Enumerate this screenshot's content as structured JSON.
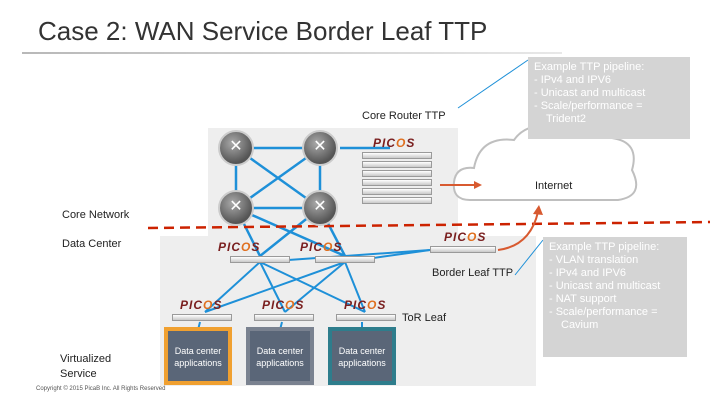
{
  "title": "Case 2: WAN Service Border Leaf TTP",
  "labels": {
    "core_router_ttp": "Core Router TTP",
    "internet": "Internet",
    "core_network": "Core Network",
    "data_center": "Data Center",
    "border_leaf_ttp": "Border Leaf TTP",
    "tor_leaf": "ToR Leaf",
    "virtualized_service_line1": "Virtualized",
    "virtualized_service_line2": "Service"
  },
  "callout_core": {
    "heading": "Example TTP pipeline:",
    "items": [
      "- IPv4 and IPV6",
      "- Unicast and multicast",
      "- Scale/performance = Trident2"
    ]
  },
  "callout_border": {
    "heading": "Example TTP pipeline:",
    "items": [
      "- VLAN translation",
      "- IPv4 and IPV6",
      "- Unicast and multicast",
      "- NAT support",
      "- Scale/performance = Cavium"
    ]
  },
  "apps": [
    {
      "line1": "Data center",
      "line2": "applications",
      "border_color": "#f0a030"
    },
    {
      "line1": "Data center",
      "line2": "applications",
      "border_color": "#7a8290"
    },
    {
      "line1": "Data center",
      "line2": "applications",
      "border_color": "#2e7d8c"
    }
  ],
  "picos_logo": {
    "prefix": "PIC",
    "dot": "O",
    "suffix": "S"
  },
  "router_glyph": "✕",
  "copyright": "Copyright © 2015 PicaB Inc. All Rights Reserved",
  "colors": {
    "accent_red": "#d85a30",
    "divider_red": "#cc2200",
    "callout_gray": "#d4d4d4",
    "cloud_border": "#bfbfbf",
    "link_blue": "#1e90d8"
  }
}
